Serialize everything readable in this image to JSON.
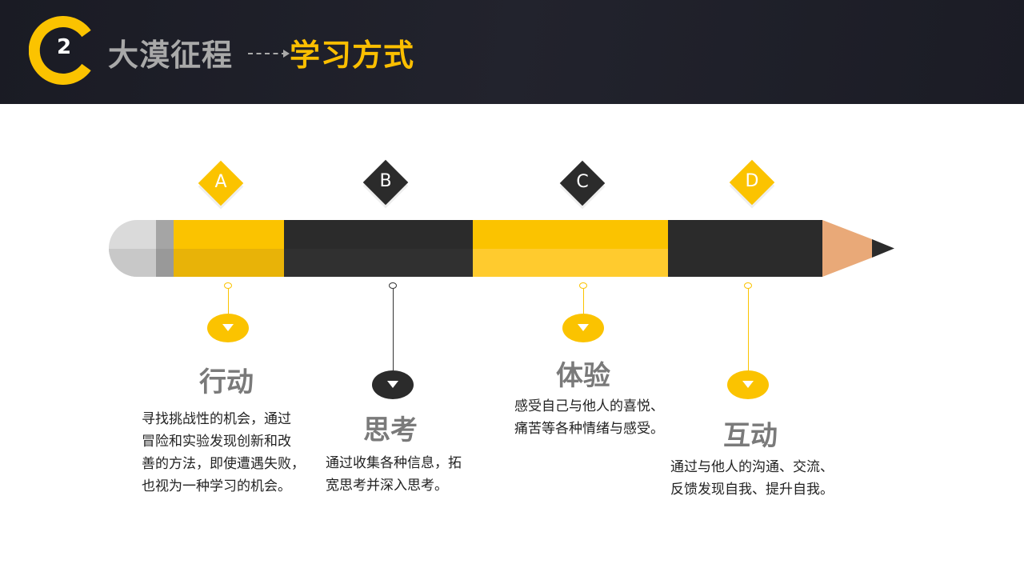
{
  "header": {
    "number": "2",
    "title_gray": "大漠征程",
    "title_yellow": "学习方式"
  },
  "colors": {
    "yellow": "#fbc300",
    "dark": "#2b2b2b",
    "wood": "#e9a978"
  },
  "items": [
    {
      "letter": "A",
      "title": "行动",
      "text": [
        "寻找挑战性的机会，通过",
        "冒险和实验发现创新和改",
        "善的方法，即使遭遇失败，",
        "也视为一种学习的机会。"
      ]
    },
    {
      "letter": "B",
      "title": "思考",
      "text": [
        "通过收集各种信息，拓",
        "宽思考并深入思考。"
      ]
    },
    {
      "letter": "C",
      "title": "体验",
      "text": [
        "感受自己与他人的喜悦、",
        "痛苦等各种情绪与感受。"
      ]
    },
    {
      "letter": "D",
      "title": "互动",
      "text": [
        "通过与他人的沟通、交流、",
        "反馈发现自我、提升自我。"
      ]
    }
  ]
}
